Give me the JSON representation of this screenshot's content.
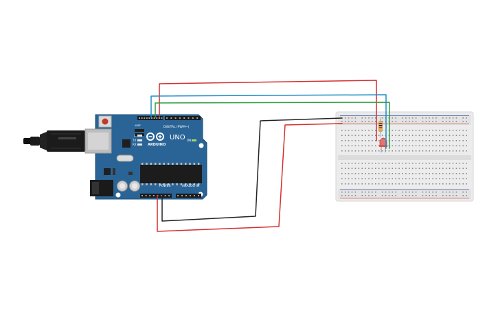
{
  "board": {
    "model": "UNO",
    "brand": "ARDUINO",
    "digital_label": "DIGITAL (PWM~)",
    "power_label": "POWER",
    "analog_label": "ANALOG IN",
    "tx_label": "TX",
    "rx_label": "RX",
    "on_label": "ON",
    "l_label": "L",
    "aref_label": "AREF",
    "gnd_label": "GND"
  },
  "colors": {
    "board": "#2a6496",
    "wire_red": "#d32f2f",
    "wire_blue": "#1e8bc3",
    "wire_green": "#2e9e3f",
    "wire_black": "#222222",
    "breadboard": "#ececec"
  },
  "components": {
    "led": "red-led",
    "resistor": "resistor",
    "usb": "usb-plug"
  }
}
